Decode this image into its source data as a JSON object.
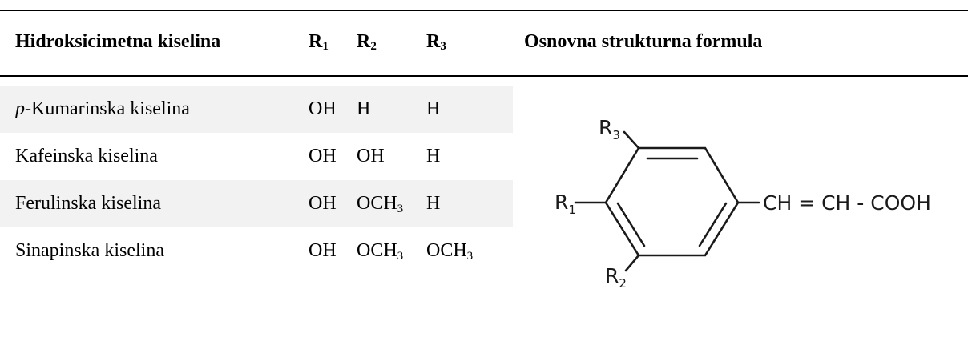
{
  "table": {
    "headers": {
      "acid": "Hidroksicimetna kiselina",
      "r1_main": "R",
      "r1_sub": "1",
      "r2_main": "R",
      "r2_sub": "2",
      "r3_main": "R",
      "r3_sub": "3",
      "formula": "Osnovna strukturna formula"
    },
    "rows": [
      {
        "name_prefix": "p",
        "name_rest": "-Kumarinska kiselina",
        "r1": "OH",
        "r2_main": "H",
        "r2_sub": "",
        "r3_main": "H",
        "r3_sub": ""
      },
      {
        "name_prefix": "",
        "name_rest": "Kafeinska kiselina",
        "r1": "OH",
        "r2_main": "OH",
        "r2_sub": "",
        "r3_main": "H",
        "r3_sub": ""
      },
      {
        "name_prefix": "",
        "name_rest": "Ferulinska kiselina",
        "r1": "OH",
        "r2_main": "OCH",
        "r2_sub": "3",
        "r3_main": "H",
        "r3_sub": ""
      },
      {
        "name_prefix": "",
        "name_rest": "Sinapinska kiselina",
        "r1": "OH",
        "r2_main": "OCH",
        "r2_sub": "3",
        "r3_main": "OCH",
        "r3_sub": "3"
      }
    ]
  },
  "structure": {
    "r3_main": "R",
    "r3_sub": "3",
    "r1_main": "R",
    "r1_sub": "1",
    "r2_main": "R",
    "r2_sub": "2",
    "side_chain": "CH = CH - COOH"
  }
}
